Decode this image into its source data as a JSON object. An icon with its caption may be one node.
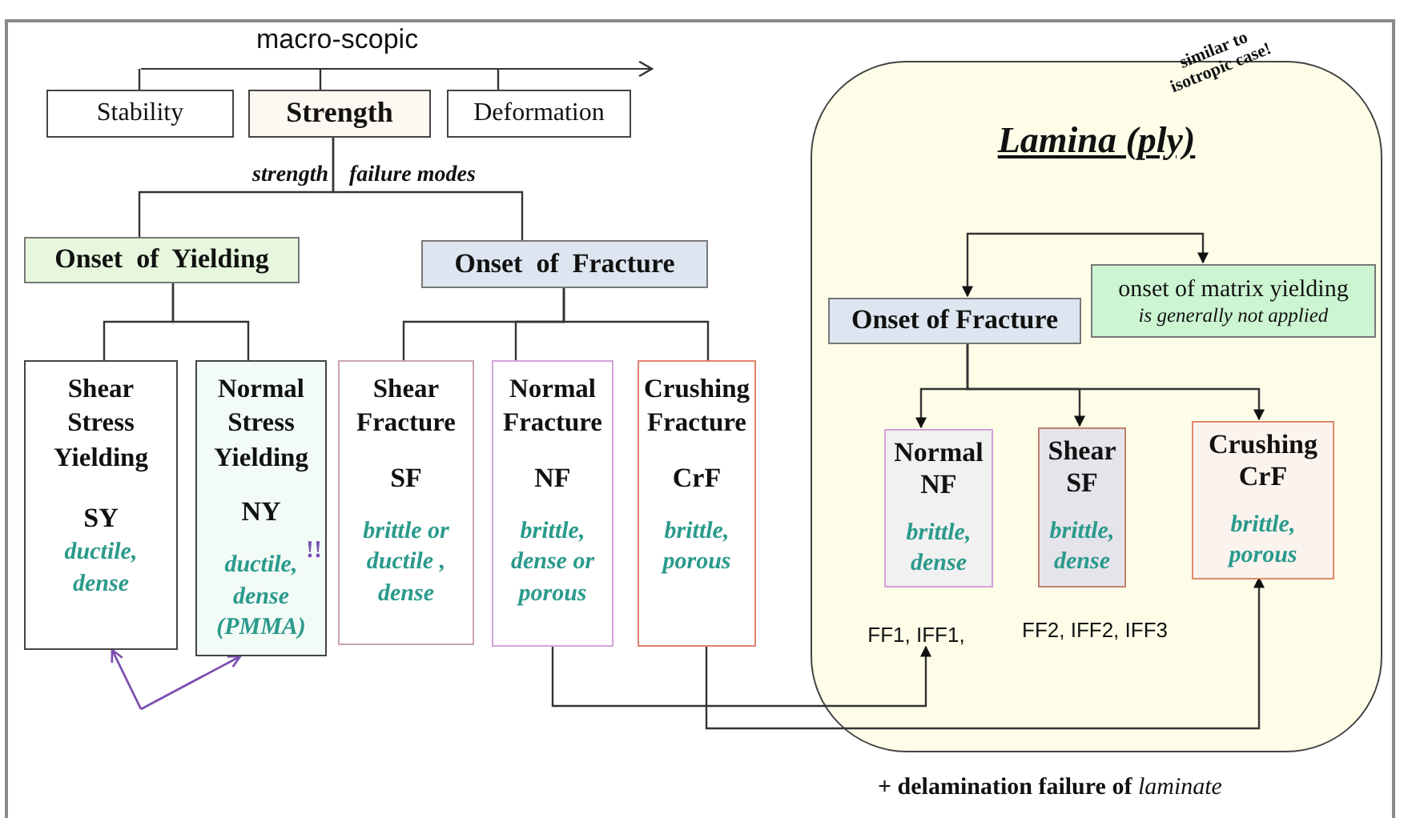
{
  "diagram": {
    "nodes": [
      {
        "text": [
          "Stability"
        ]
      },
      {
        "text": [
          "Strength"
        ]
      },
      {
        "text": [
          "Deformation"
        ]
      },
      {
        "text": [
          "Onset  of  Yielding"
        ]
      },
      {
        "text": [
          "Onset  of  Fracture"
        ]
      },
      {
        "text": [
          "Shear Stress Yielding",
          "SY",
          "ductile, dense"
        ]
      },
      {
        "text": [
          "Normal Stress Yielding",
          "NY",
          "!!",
          "ductile, dense (PMMA)"
        ]
      },
      {
        "text": [
          "Shear Fracture",
          "SF",
          "brittle or ductile , dense"
        ]
      },
      {
        "text": [
          "Normal Fracture",
          "NF",
          "brittle, dense or porous"
        ]
      },
      {
        "text": [
          "Crushing Fracture",
          "CrF",
          "brittle, porous"
        ]
      },
      {
        "text": [
          "similar to isotropic case!",
          "Lamina (ply)"
        ]
      },
      {
        "text": [
          "Onset of Fracture"
        ],
        "in": 10
      },
      {
        "text": [
          "onset of matrix yielding",
          "is generally not applied"
        ],
        "in": 10
      },
      {
        "text": [
          "Normal NF",
          "brittle, dense"
        ],
        "in": 10
      },
      {
        "text": [
          "Shear SF",
          "brittle, dense"
        ],
        "in": 10
      },
      {
        "text": [
          "Crushing CrF",
          "brittle, porous"
        ],
        "in": 10
      },
      {
        "text": [
          "FF1, IFF1,"
        ],
        "in": 10
      },
      {
        "text": [],
        "shape": "bar"
      }
    ],
    "edges": [
      {
        "from": 1,
        "to": 3,
        "arrow": "none"
      },
      {
        "from": 1,
        "to": 4,
        "arrow": "none"
      },
      {
        "from": 3,
        "to": 5,
        "arrow": "none"
      },
      {
        "from": 3,
        "to": 6,
        "arrow": "none"
      },
      {
        "from": 4,
        "to": 7,
        "arrow": "none"
      },
      {
        "from": 4,
        "to": 8,
        "arrow": "none"
      },
      {
        "from": 4,
        "to": 9,
        "arrow": "none"
      },
      {
        "from": 11,
        "to": 12,
        "arrow": "both"
      },
      {
        "from": 11,
        "to": 13,
        "arrow": "to"
      },
      {
        "from": 11,
        "to": 14,
        "arrow": "to"
      },
      {
        "from": 11,
        "to": 15,
        "arrow": "to"
      },
      {
        "from": 8,
        "to": 16,
        "arrow": "to"
      },
      {
        "from": 9,
        "to": 15,
        "arrow": "to"
      },
      {
        "from": null,
        "to": 5,
        "arrow": "to",
        "color": "#7b4fb0"
      },
      {
        "from": null,
        "to": 6,
        "arrow": "to",
        "color": "#7b4fb0"
      },
      {
        "from": 17,
        "to": 0,
        "arrow": "none"
      },
      {
        "from": 17,
        "to": 1,
        "arrow": "none"
      },
      {
        "from": 17,
        "to": 2,
        "arrow": "none"
      }
    ],
    "labels": [
      "macro-scopic",
      "strength",
      "failure modes",
      "FF2, IFF2, IFF3",
      "**+ delamination failure  of** *laminate*"
    ]
  }
}
